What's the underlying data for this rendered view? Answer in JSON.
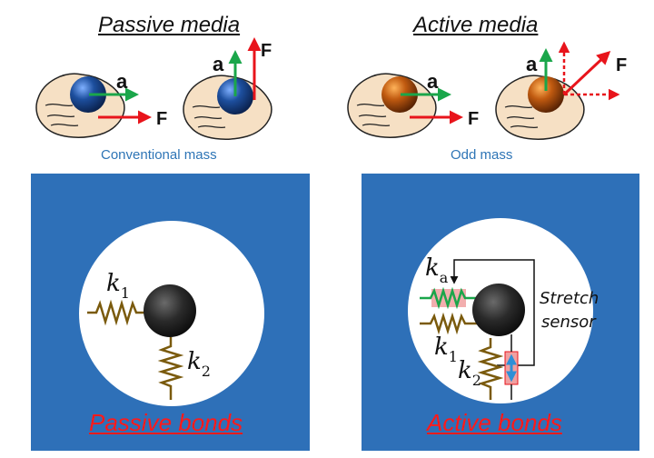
{
  "titles": {
    "passive_media": "Passive media",
    "active_media": "Active media"
  },
  "captions": {
    "conventional_mass": "Conventional mass",
    "odd_mass": "Odd mass"
  },
  "bond_titles": {
    "passive": "Passive bonds",
    "active": "Active bonds"
  },
  "symbols": {
    "a": "a",
    "F": "F",
    "k": "k",
    "sub_1": "1",
    "sub_2": "2",
    "sub_a": "a"
  },
  "sensor": {
    "line1": "Stretch",
    "line2": "sensor"
  },
  "colors": {
    "panel_blue": "#2e70b8",
    "accel_green": "#1aa64a",
    "force_red": "#e8141b",
    "spring_brown": "#7a5a0c",
    "ball_blue": "#1d4f9e",
    "ball_orange": "#c05a10",
    "caption_blue": "#2e75b6",
    "bond_title_red": "#ff1a1a"
  }
}
